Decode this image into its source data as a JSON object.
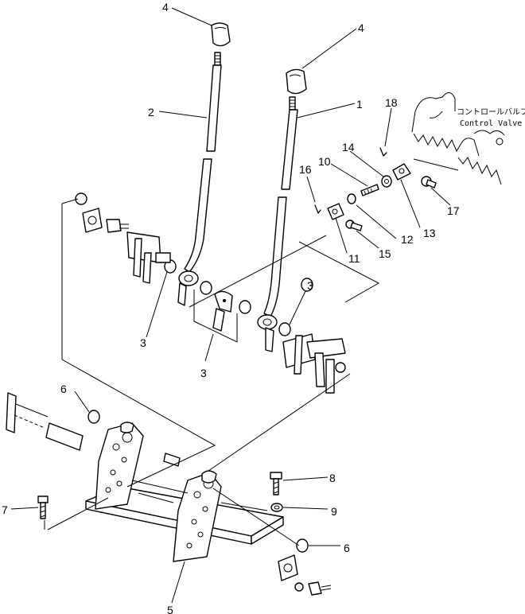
{
  "diagram": {
    "callouts": {
      "c1": "1",
      "c2": "2",
      "c3a": "3",
      "c3b": "3",
      "c3c": "3",
      "c4a": "4",
      "c4b": "4",
      "c5": "5",
      "c6a": "6",
      "c6b": "6",
      "c7": "7",
      "c8": "8",
      "c9": "9",
      "c10": "10",
      "c11": "11",
      "c12": "12",
      "c13": "13",
      "c14": "14",
      "c15": "15",
      "c16": "16",
      "c17": "17",
      "c18": "18"
    },
    "control_valve_label_jp": "コントロールバルブ",
    "control_valve_label_en": "Control Valve"
  }
}
